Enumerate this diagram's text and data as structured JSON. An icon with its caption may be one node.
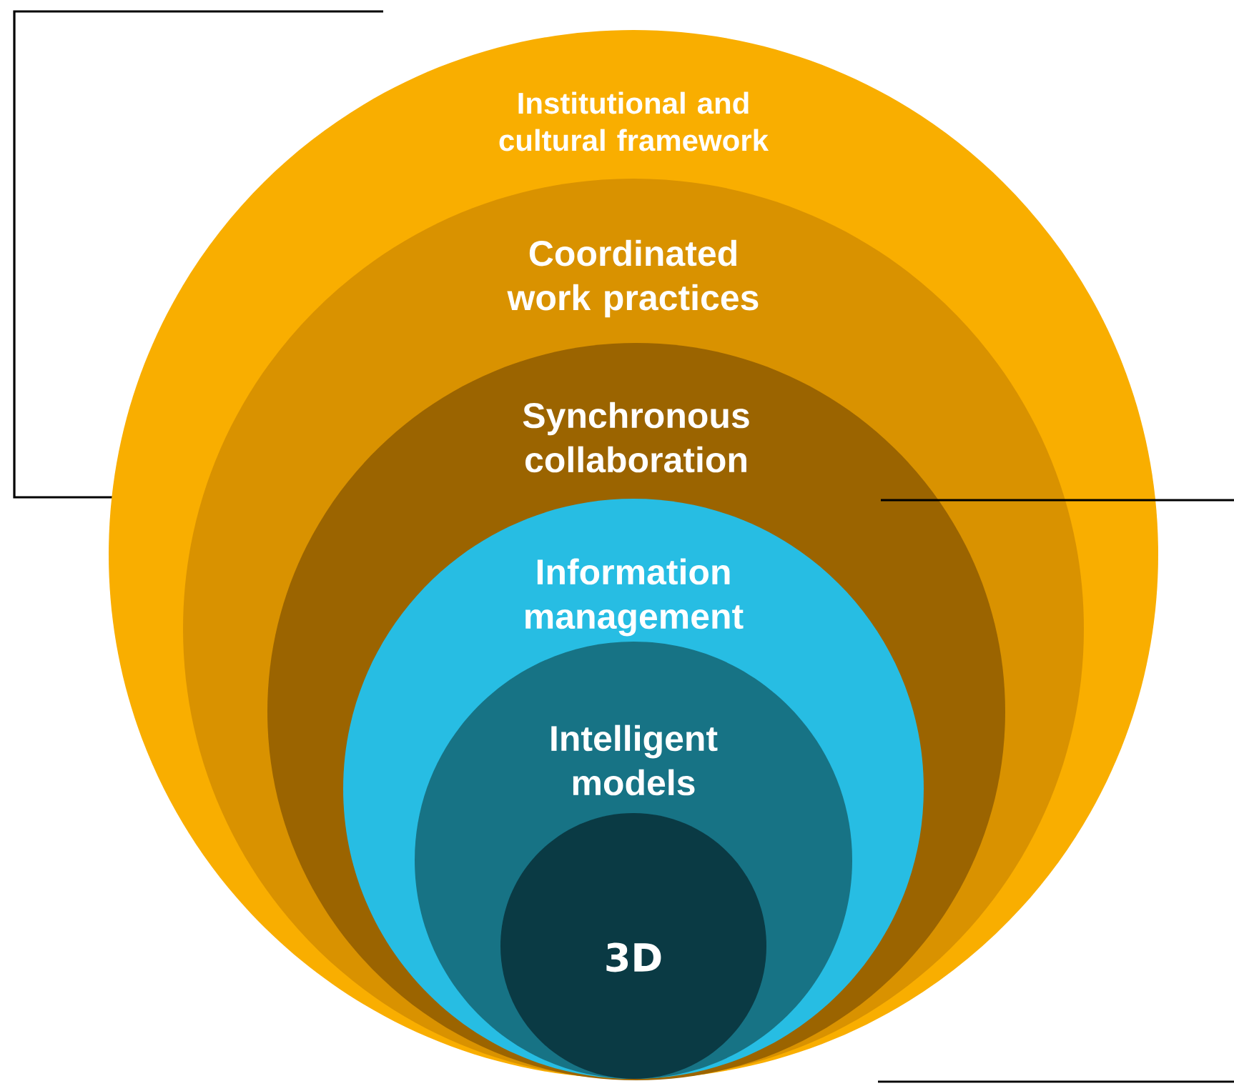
{
  "diagram": {
    "nodes": [
      {
        "text": [
          "Institutional and cultural framework"
        ]
      },
      {
        "text": [
          "Coordinated work practices"
        ],
        "in": 0
      },
      {
        "text": [
          "Synchronous collaboration"
        ],
        "in": 1
      },
      {
        "text": [
          "Information management"
        ],
        "in": 2
      },
      {
        "text": [
          "Intelligent models"
        ],
        "in": 3
      },
      {
        "text": [
          "3D"
        ],
        "in": 4
      }
    ]
  }
}
